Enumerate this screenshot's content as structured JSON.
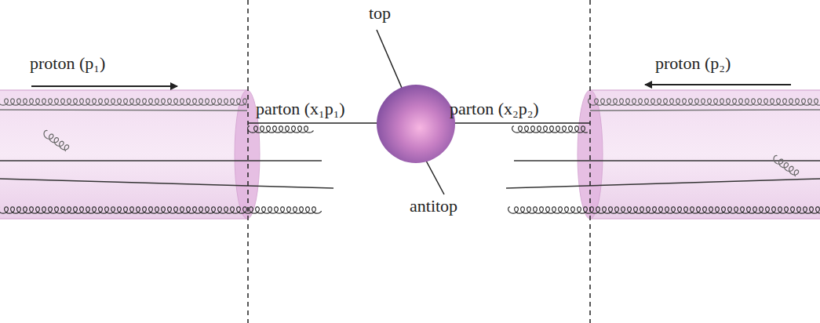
{
  "diagram": {
    "labels": [
      "top",
      "proton (p₁)",
      "parton (x₁p₁)",
      "parton (x₂p₂)",
      "proton (p₂)",
      "antitop"
    ]
  }
}
